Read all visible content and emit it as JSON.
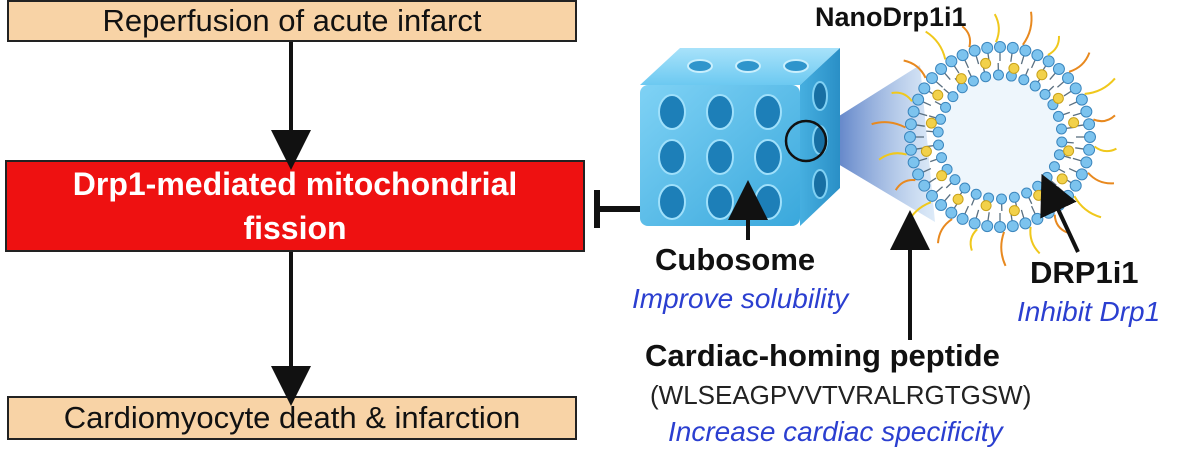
{
  "flow": {
    "top_box": "Reperfusion of acute infarct",
    "middle_box_line1": "Drp1-mediated mitochondrial",
    "middle_box_line2": "fission",
    "bottom_box": "Cardiomyocyte death & infarction"
  },
  "nano": {
    "title": "NanoDrp1i1",
    "cubosome_label": "Cubosome",
    "cubosome_role": "Improve solubility",
    "drug_label": "DRP1i1",
    "drug_role": "Inhibit Drp1",
    "peptide_label": "Cardiac-homing peptide",
    "peptide_sequence": "(WLSEAGPVVTVRALRGTGSW)",
    "peptide_role": "Increase cardiac specificity"
  },
  "colors": {
    "peach_box": "#f8d3a6",
    "red_box": "#ee1111",
    "cubosome": "#5cc0ec",
    "accent_text": "#2b3fd0"
  },
  "icons": [
    "cubosome-cube-icon",
    "liposome-ring-icon",
    "inhibition-bar-icon"
  ]
}
